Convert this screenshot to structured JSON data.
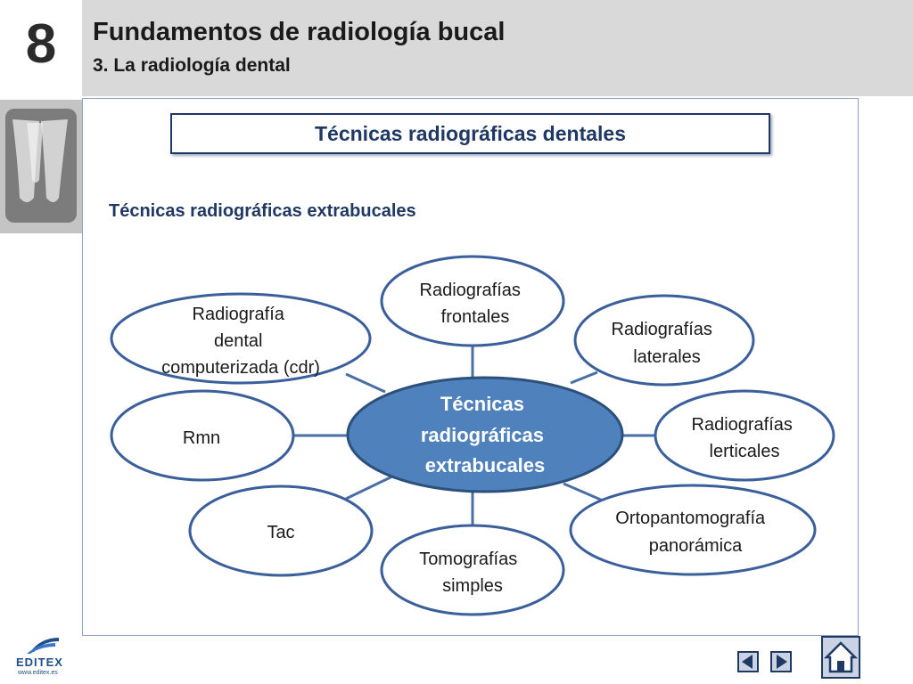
{
  "header": {
    "chapter_number": "8",
    "title": "Fundamentos de radiología bucal",
    "subtitle": "3. La radiología dental"
  },
  "banner": {
    "text": "Técnicas radiográficas dentales"
  },
  "section_label": "Técnicas radiográficas extrabucales",
  "diagram": {
    "center": {
      "lines": [
        "Técnicas",
        "radiográficas",
        "extrabucales"
      ]
    },
    "nodes": [
      {
        "lines": [
          "Radiografías",
          "frontales"
        ]
      },
      {
        "lines": [
          "Radiografías",
          "laterales"
        ]
      },
      {
        "lines": [
          "Radiografías",
          "lerticales"
        ]
      },
      {
        "lines": [
          "Ortopantomografía",
          "panorámica"
        ]
      },
      {
        "lines": [
          "Tomografías",
          "simples"
        ]
      },
      {
        "lines": [
          "Tac"
        ]
      },
      {
        "lines": [
          "Rmn"
        ]
      },
      {
        "lines": [
          "Radiografía",
          "dental",
          "computerizada (cdr)"
        ]
      }
    ]
  },
  "footer": {
    "logo_text": "EDITEX",
    "logo_url": "www.editex.es"
  },
  "colors": {
    "center_fill": "#4f81bd",
    "node_border": "#3b5f9a",
    "header_bg": "#d9d9d9",
    "accent": "#1f3864"
  }
}
